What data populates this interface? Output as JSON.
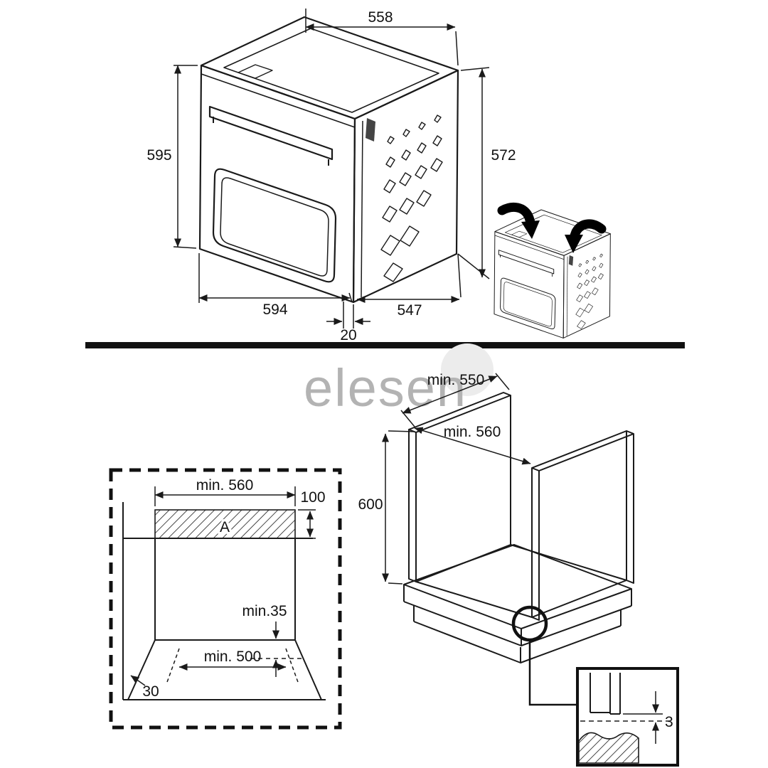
{
  "watermark": {
    "text": "elesen"
  },
  "oven": {
    "top_width": "558",
    "front_height": "595",
    "rear_height": "572",
    "bottom_width": "594",
    "depth": "547",
    "door_gap": "20"
  },
  "niche": {
    "width_top": "min. 560",
    "vent_height": "100",
    "vent_label": "A",
    "rear_gap": "min.35",
    "width_bottom": "min. 500",
    "side_clearance": "30"
  },
  "cabinet": {
    "top_depth": "min. 550",
    "inner_width": "min. 560",
    "height": "600",
    "detail_gap": "3"
  }
}
